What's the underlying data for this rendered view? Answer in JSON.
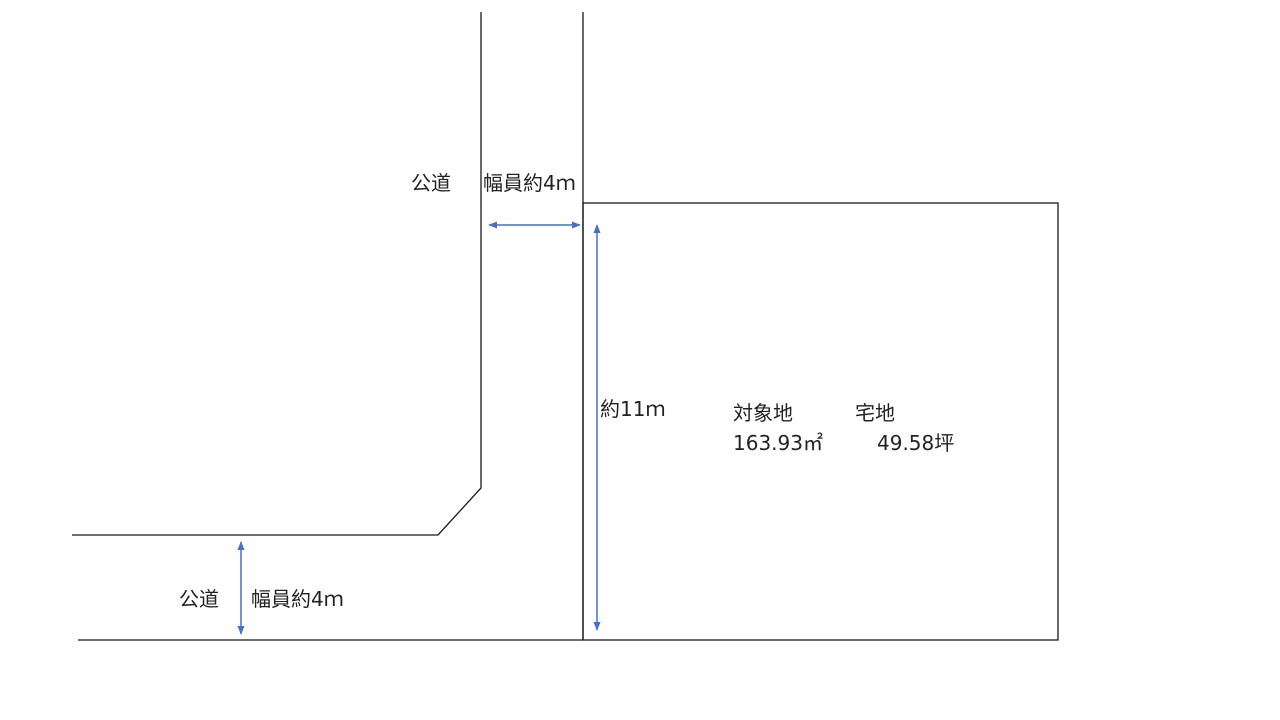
{
  "labels": {
    "top_road": "公道",
    "top_road_width": "幅員約4ｍ",
    "bottom_road": "公道",
    "bottom_road_width": "幅員約4ｍ",
    "depth": "約11ｍ",
    "subject_land": "対象地",
    "land_category": "宅地",
    "area_sqm": "163.93㎡",
    "area_tsubo": "49.58坪"
  },
  "colors": {
    "line": "#1a1a1a",
    "arrow": "#4472C4"
  }
}
